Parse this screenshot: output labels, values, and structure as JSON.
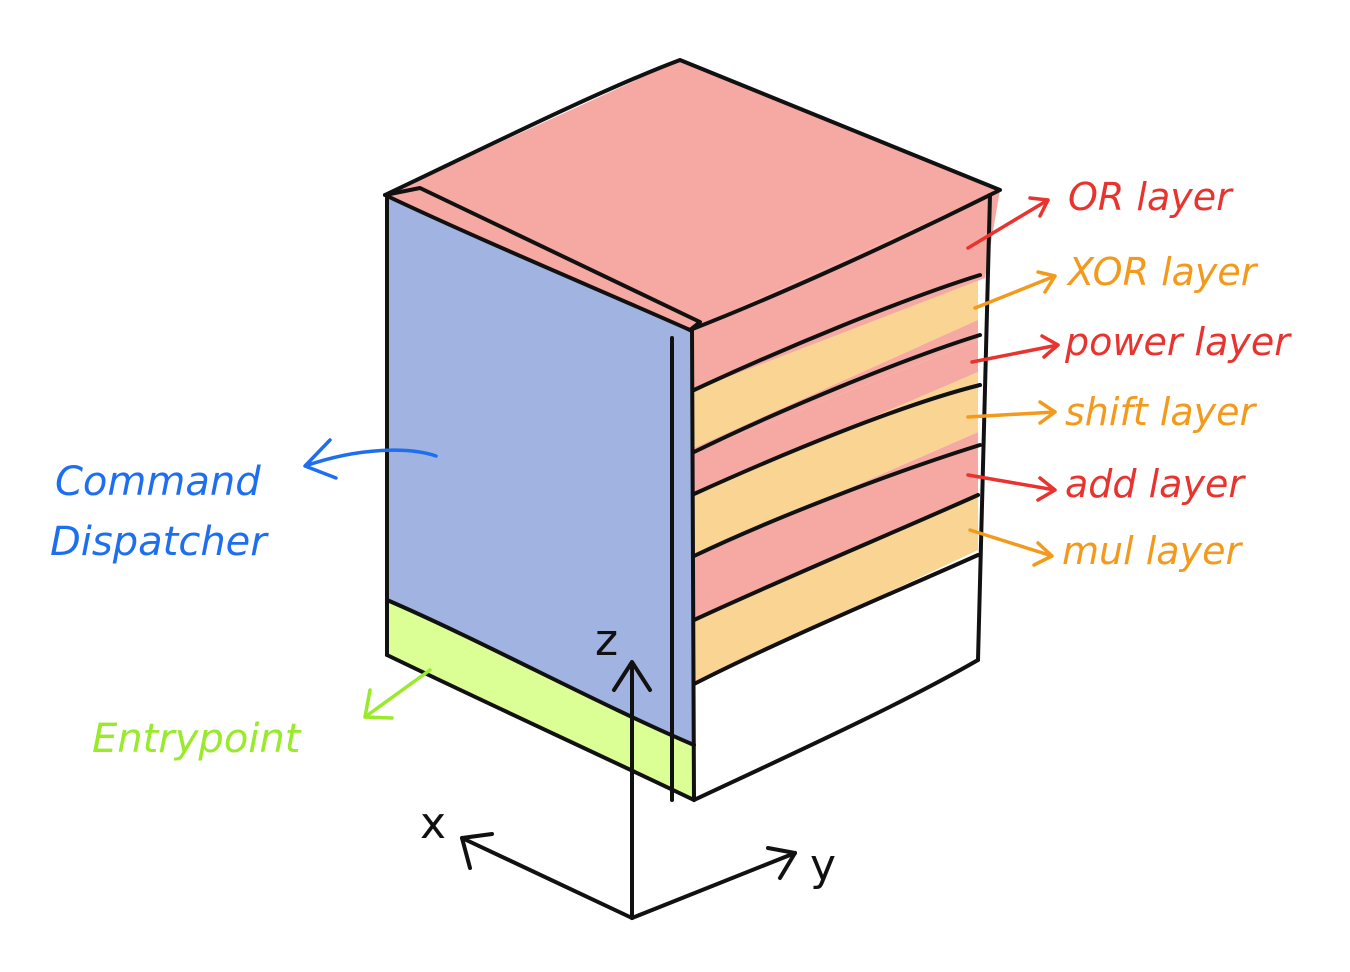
{
  "colors": {
    "red_layer": "#f6a9a2",
    "orange_layer": "#fad493",
    "blue_face": "#a1b3e0",
    "green_base": "#dbfe95",
    "top_face": "#f6a9a2",
    "label_red": "#e8332f",
    "label_orange": "#f39a1c",
    "label_blue": "#1e6ef0",
    "label_green": "#99ea2a",
    "outline": "#111111"
  },
  "layers": [
    {
      "label": "OR layer",
      "color": "red"
    },
    {
      "label": "XOR layer",
      "color": "orange"
    },
    {
      "label": "power layer",
      "color": "red"
    },
    {
      "label": "shift layer",
      "color": "orange"
    },
    {
      "label": "add layer",
      "color": "red"
    },
    {
      "label": "mul layer",
      "color": "orange"
    }
  ],
  "command_dispatcher": {
    "line1": "Command",
    "line2": "Dispatcher"
  },
  "entrypoint": {
    "label": "Entrypoint"
  },
  "axes": {
    "x": "x",
    "y": "y",
    "z": "z"
  }
}
